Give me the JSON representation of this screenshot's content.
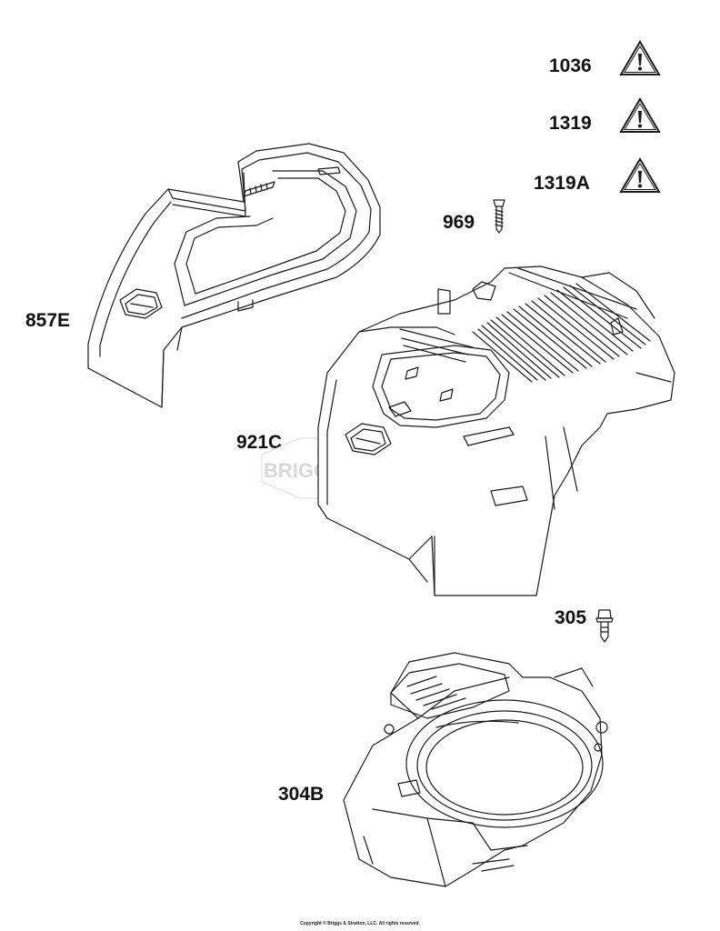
{
  "warnings": [
    {
      "label": "1036"
    },
    {
      "label": "1319"
    },
    {
      "label": "1319A"
    }
  ],
  "parts": {
    "screw": {
      "label": "969"
    },
    "upper_cover": {
      "label": "857E"
    },
    "blower_housing": {
      "label": "921C"
    },
    "bolt": {
      "label": "305"
    },
    "lower_housing": {
      "label": "304B"
    }
  },
  "watermark": "BRIGGS&STRATTON",
  "copyright": "Copyright © Briggs & Stratton, LLC. All rights reserved.",
  "colors": {
    "line": "#1a1a1a",
    "paper": "#ffffff",
    "watermark": "#d8d8d8"
  }
}
